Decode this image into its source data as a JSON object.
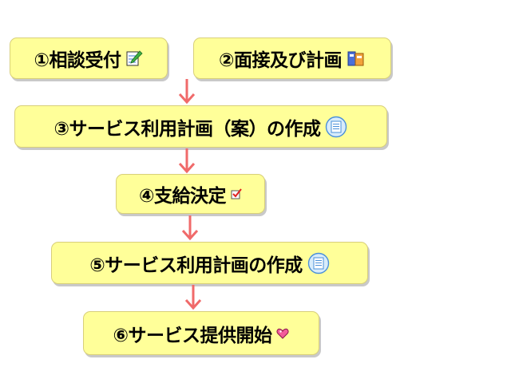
{
  "steps": [
    {
      "label": "①相談受付",
      "icon": "pencil-notepad-icon"
    },
    {
      "label": "②面接及び計画",
      "icon": "books-icon"
    },
    {
      "label": "③サービス利用計画（案）の作成",
      "icon": "document-icon"
    },
    {
      "label": "④支給決定",
      "icon": "checkbox-icon"
    },
    {
      "label": "⑤サービス利用計画の作成",
      "icon": "document-icon"
    },
    {
      "label": "⑥サービス提供開始",
      "icon": "heart-icon"
    }
  ],
  "colors": {
    "box_fill": "#ffff99",
    "arrow": "#f06a6a"
  }
}
